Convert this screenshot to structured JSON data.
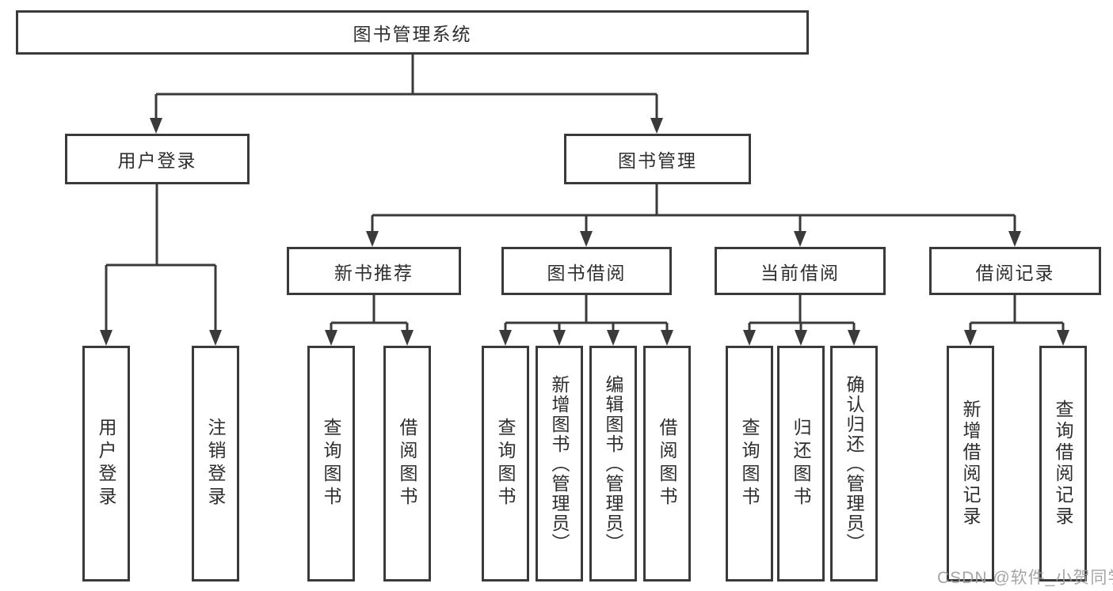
{
  "nodes": {
    "root": "图书管理系统",
    "level2": [
      "用户登录",
      "图书管理"
    ],
    "level3": [
      "新书推荐",
      "图书借阅",
      "当前借阅",
      "借阅记录"
    ],
    "leaves": {
      "user_login": [
        "用户登录",
        "注销登录"
      ],
      "new_book": [
        "查询图书",
        "借阅图书"
      ],
      "book_borrow": [
        "查询图书",
        "新增图书（管理员）",
        "编辑图书（管理员）",
        "借阅图书"
      ],
      "current_borrow": [
        "查询图书",
        "归还图书",
        "确认归还（管理员）"
      ],
      "borrow_record": [
        "新增借阅记录",
        "查询借阅记录"
      ]
    }
  },
  "watermark": "CSDN @软件_小贺同学",
  "colors": {
    "line": "#3a3a3a",
    "text": "#2e2e2e",
    "box_background": "#ffffff",
    "watermark": "#9b9b9b",
    "background": "#ffffff"
  }
}
